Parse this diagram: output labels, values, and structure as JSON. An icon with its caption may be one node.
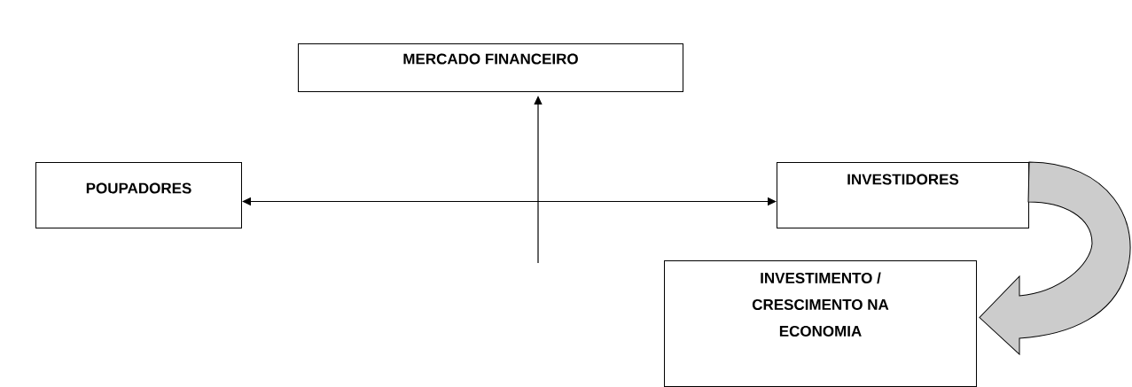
{
  "diagram": {
    "nodes": [
      {
        "text": [
          "MERCADO FINANCEIRO"
        ]
      },
      {
        "text": [
          "POUPADORES"
        ]
      },
      {
        "text": [
          "INVESTIDORES"
        ]
      },
      {
        "text": [
          "INVESTIMENTO / CRESCIMENTO NA ECONOMIA"
        ]
      }
    ],
    "edges": [
      {
        "from": null,
        "to": 0,
        "arrow": "to"
      },
      {
        "from": 1,
        "to": 2,
        "arrow": "both"
      },
      {
        "from": 2,
        "to": 3,
        "arrow": "to",
        "style": "thick"
      }
    ]
  }
}
